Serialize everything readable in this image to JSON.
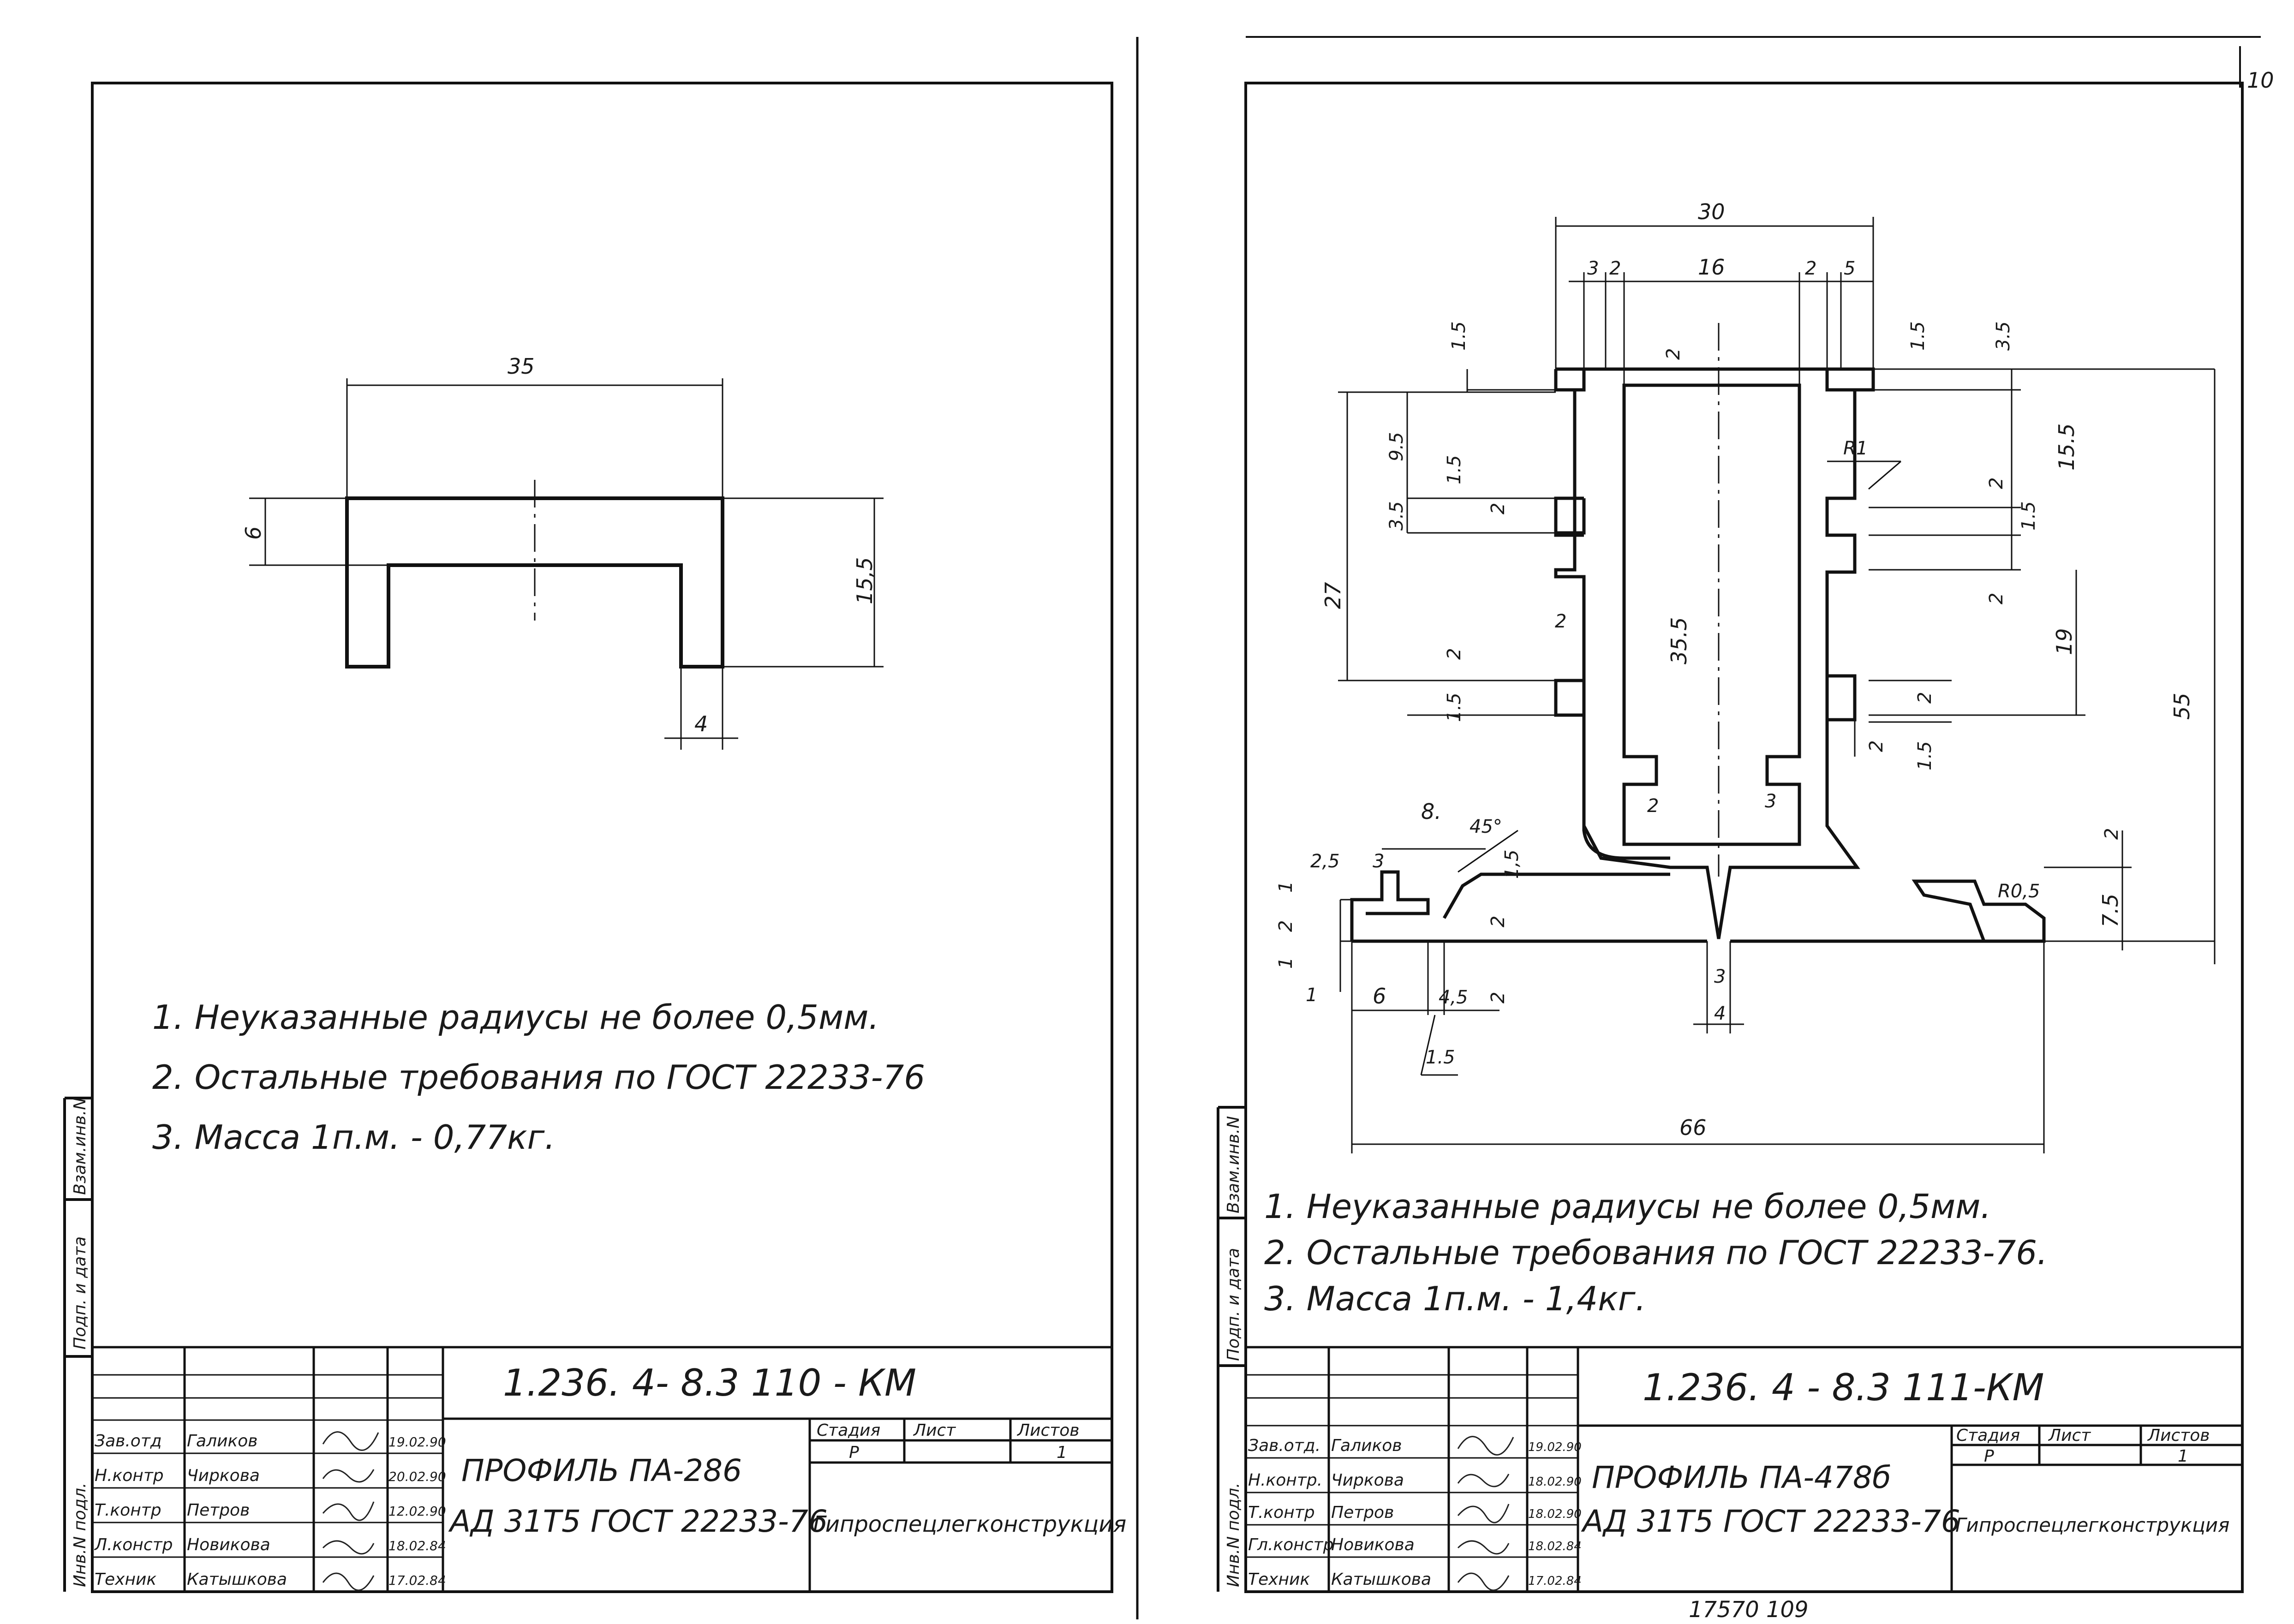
{
  "sheet_left": {
    "code": "1.236. 4- 8.3   110 - КМ",
    "title": "ПРОФИЛЬ ПА-286",
    "material": "АД 31Т5 ГОСТ 22233-76",
    "stage_header": "Стадия",
    "sheet_header": "Лист",
    "sheets_header": "Листов",
    "stage": "Р",
    "sheets": "1",
    "org": "Гипроспецлегконструкция",
    "roles": [
      "Зав.отд",
      "Н.контр",
      "Т.контр",
      "Л.констр",
      "Техник"
    ],
    "names": [
      "Галиков",
      "Чиркова",
      "Петров",
      "Новикова",
      "Катышкова"
    ],
    "dates": [
      "19.02.90",
      "20.02.90",
      "12.02.90",
      "18.02.84",
      "17.02.84"
    ],
    "side_labels": [
      "Инв.N подл.",
      "Подп. и дата",
      "Взам.инв.N"
    ],
    "notes": [
      "1.  Неуказанные  радиусы не более 0,5мм.",
      "2.  Остальные   требования  по  ГОСТ 22233-76",
      "3.  Масса 1п.м. - 0,77кг."
    ],
    "dims": {
      "width": "35",
      "height": "15,5",
      "top": "6",
      "wall": "4"
    }
  },
  "sheet_right": {
    "code": "1.236. 4 - 8.3  111-КМ",
    "title": "ПРОФИЛЬ ПА-478б",
    "material": "АД 31Т5 ГОСТ 22233-76",
    "stage_header": "Стадия",
    "sheet_header": "Лист",
    "sheets_header": "Листов",
    "stage": "Р",
    "sheets": "1",
    "org": "Гипроспецлегконструкция",
    "roles": [
      "Зав.отд.",
      "Н.контр.",
      "Т.контр",
      "Гл.констр",
      "Техник"
    ],
    "names": [
      "Галиков",
      "Чиркова",
      "Петров",
      "Новикова",
      "Катышкова"
    ],
    "dates": [
      "19.02.90",
      "18.02.90",
      "18.02.90",
      "18.02.84",
      "17.02.84"
    ],
    "side_labels": [
      "Инв.N подл.",
      "Подп. и дата",
      "Взам.инв.N"
    ],
    "notes": [
      "1. Неуказанные   радиусы не более 0,5мм.",
      "2. Остальные требования  по  ГОСТ 22233-76.",
      "3. Масса 1п.м.  - 1,4кг."
    ],
    "page_number": "10",
    "archive_number": "17570   109",
    "dims": {
      "d30": "30",
      "d3a": "3",
      "d2a": "2",
      "d16": "16",
      "d2b": "2",
      "d5": "5",
      "d15a": "1.5",
      "d2c": "2",
      "d15b": "1.5",
      "d35a": "3.5",
      "d95": "9.5",
      "d15c": "1.5",
      "d2d": "2",
      "d35b": "3.5",
      "d27": "27",
      "r1": "R1",
      "d155": "15.5",
      "d2e": "2",
      "d15d": "1.5",
      "d2f": "2",
      "d355": "35.5",
      "d19": "19",
      "d2g": "2",
      "d2h": "2",
      "d15e": "1.5",
      "d2i": "2",
      "d2j": "2",
      "d15f": "1.5",
      "d55": "55",
      "d2k": "2",
      "d3b": "3",
      "d8": "8.",
      "d45": "45°",
      "d25": "2,5",
      "d3c": "3",
      "d1a": "1",
      "d15g": "1,5",
      "d2l": "2",
      "d2m": "2",
      "d1b": "1",
      "d1c": "1",
      "d6": "6",
      "d45b": "4,5",
      "d2n": "2",
      "d15h": "1.5",
      "d3d": "3",
      "d4": "4",
      "r05": "R0,5",
      "d2o": "2",
      "d75": "7.5",
      "d66": "66"
    }
  }
}
